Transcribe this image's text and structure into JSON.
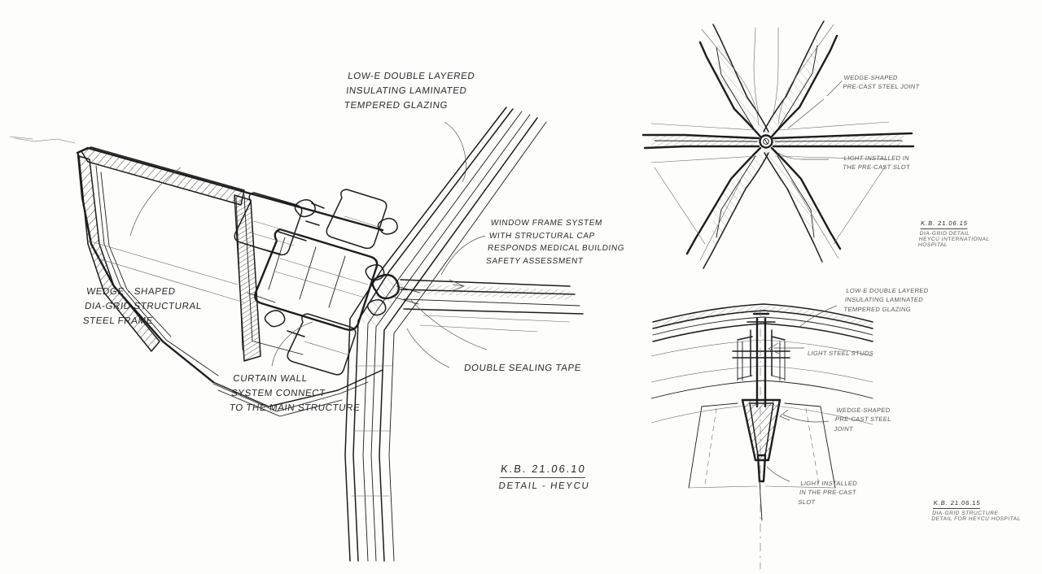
{
  "sheet": {
    "title": "Architectural hand sketch - curtain wall and dia-grid details",
    "ink_color": "#1d1d1d",
    "paper_color": "#fdfdfc"
  },
  "annotations": {
    "glazing_left": "LOW-E DOUBLE LAYERED\nINSULATING LAMINATED\nTEMPERED GLAZING",
    "window_frame": "WINDOW FRAME SYSTEM\nWITH STRUCTURAL CAP\nRESPONDS MEDICAL BUILDING\nSAFETY ASSESSMENT",
    "wedge_frame": "WEDGE - SHAPED\nDIA-GRID STRUCTURAL\nSTEEL FRAME",
    "curtain_wall": "CURTAIN WALL\nSYSTEM CONNECT\nTO THE MAIN STRUCTURE",
    "sealing_tape": "DOUBLE SEALING TAPE",
    "node_joint": "WEDGE-SHAPED\nPRE-CAST STEEL JOINT",
    "node_light": "LIGHT INSTALLED IN\nTHE PRE-CAST SLOT",
    "glazing_right": "LOW-E DOUBLE LAYERED\nINSULATING LAMINATED\nTEMPERED GLAZING",
    "steel_studs": "LIGHT STEEL STUDS",
    "precast_joint": "WEDGE-SHAPED\nPRE-CAST STEEL\nJOINT",
    "slot_light": "LIGHT INSTALLED\nIN THE PRE-CAST\nSLOT"
  },
  "title_blocks": {
    "main": {
      "signature": "K.B. 21.06.10",
      "caption": "DETAIL - HEYCU"
    },
    "node": {
      "signature": "K.B. 21.06.15",
      "caption": "DIA-GRID DETAIL\nHEYCU INTERNATIONAL\nHOSPITAL"
    },
    "section": {
      "signature": "K.B. 21.06.15",
      "caption": "DIA-GRID STRUCTURE\nDETAIL FOR HEYCU HOSPITAL"
    }
  }
}
